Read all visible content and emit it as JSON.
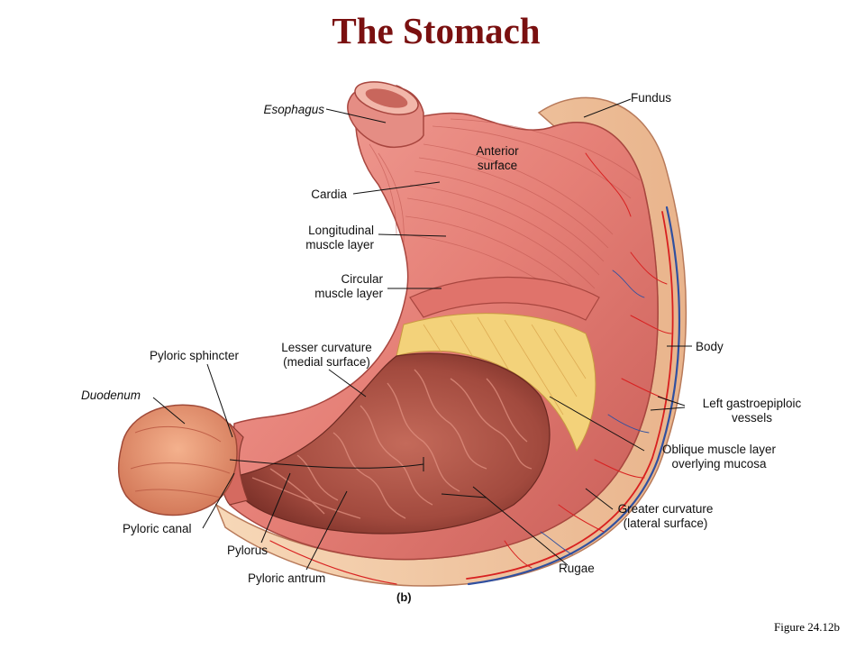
{
  "title": "The Stomach",
  "figure_ref": "Figure 24.12b",
  "panel_label": "(b)",
  "labels": {
    "esophagus": "Esophagus",
    "fundus": "Fundus",
    "anterior_surface": "Anterior\nsurface",
    "cardia": "Cardia",
    "longitudinal": "Longitudinal\nmuscle layer",
    "circular": "Circular\nmuscle layer",
    "pyloric_sphincter": "Pyloric sphincter",
    "lesser_curvature": "Lesser curvature\n(medial surface)",
    "body": "Body",
    "duodenum": "Duodenum",
    "left_gastroepiploic": "Left gastroepiploic\nvessels",
    "oblique": "Oblique muscle layer\noverlying mucosa",
    "greater_curvature": "Greater curvature\n(lateral surface)",
    "pyloric_canal": "Pyloric canal",
    "pylorus": "Pylorus",
    "rugae": "Rugae",
    "pyloric_antrum": "Pyloric antrum"
  },
  "colors": {
    "title": "#7a1010",
    "muscle": "#e8807a",
    "muscle_dark": "#c85a55",
    "serosa": "#f2c9a0",
    "mucosa": "#b8584a",
    "mucosa_dark": "#8a3a30",
    "oblique": "#f3d27a",
    "vessel_red": "#d82020",
    "vessel_blue": "#3050a0"
  }
}
